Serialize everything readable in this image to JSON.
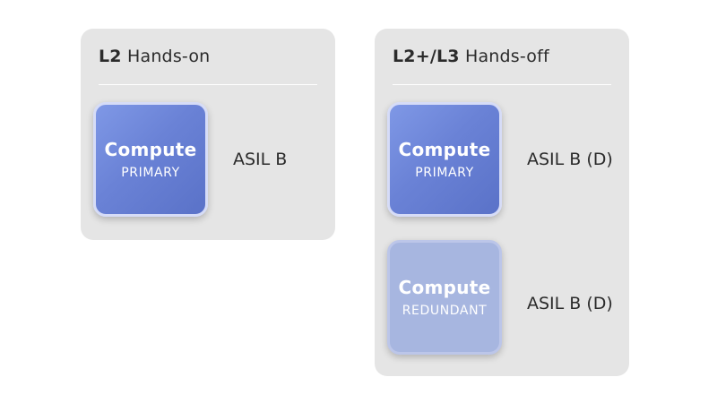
{
  "panels": [
    {
      "title_bold": "L2",
      "title_rest": "Hands-on",
      "units": [
        {
          "title": "Compute",
          "role": "PRIMARY",
          "asil": "ASIL B"
        }
      ]
    },
    {
      "title_bold": "L2+/L3",
      "title_rest": "Hands-off",
      "units": [
        {
          "title": "Compute",
          "role": "PRIMARY",
          "asil": "ASIL B (D)"
        },
        {
          "title": "Compute",
          "role": "REDUNDANT",
          "asil": "ASIL B (D)"
        }
      ]
    }
  ],
  "colors": {
    "panel_bg": "#e5e5e5",
    "primary_compute": "#6a82d6",
    "redundant_compute": "#a7b6e0"
  }
}
